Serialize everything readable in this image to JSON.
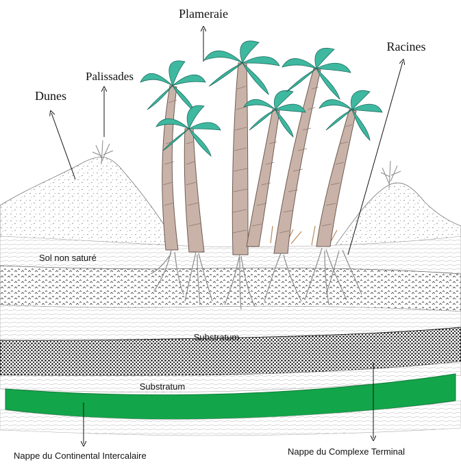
{
  "labels": {
    "plameraie": "Plameraie",
    "racines": "Racines",
    "palissades": "Palissades",
    "dunes": "Dunes",
    "sol_non_sature": "Sol non saturé",
    "substratum_top": "Substratum",
    "substratum_bottom": "Substratum",
    "nappe_ci": "Nappe du Continental Intercalaire",
    "nappe_ct": "Nappe du Complexe Terminal"
  },
  "colors": {
    "aquifer_green": "#13a54a",
    "palm_frond": "#3fb8a0",
    "trunk": "#c9b3a8",
    "roots_dry": "#b88a5a"
  }
}
